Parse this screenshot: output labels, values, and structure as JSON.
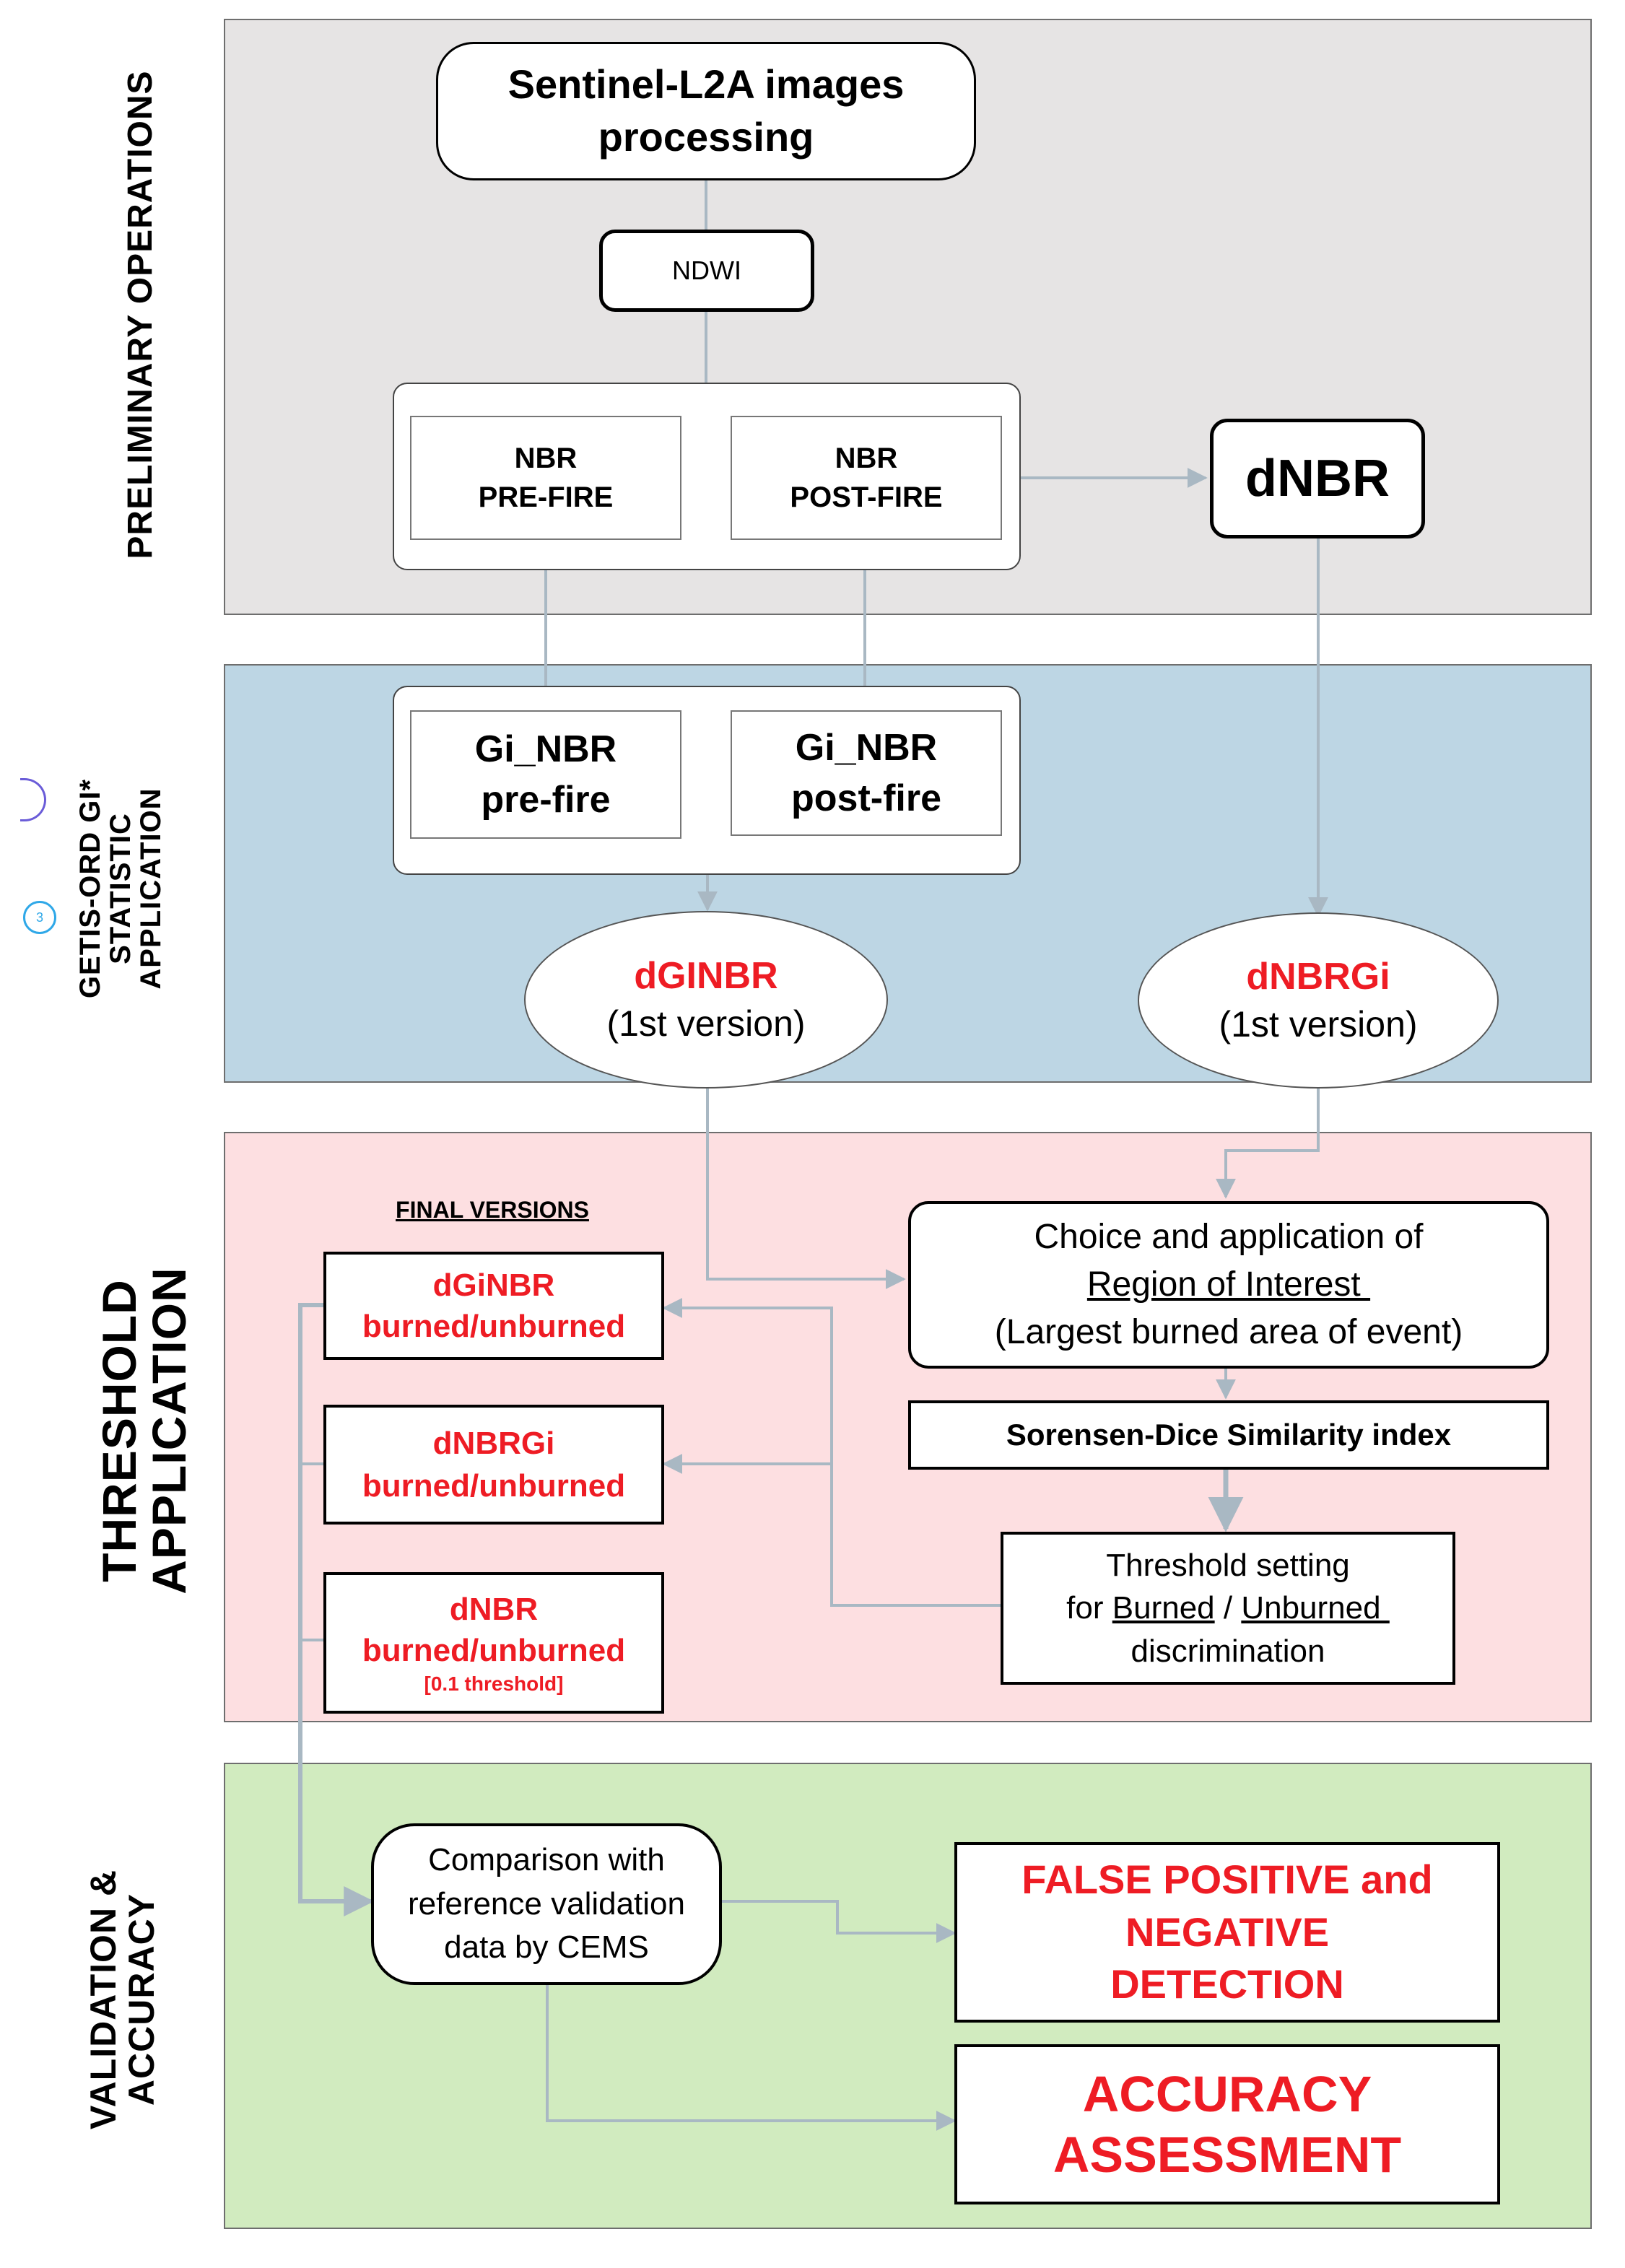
{
  "sections": {
    "preliminary": "PRELIMINARY OPERATIONS",
    "getis_line1": "GETIS-ORD GI*",
    "getis_line2": "STATISTIC",
    "getis_line3": "APPLICATION",
    "threshold_line1": "THRESHOLD",
    "threshold_line2": "APPLICATION",
    "validation_line1": "VALIDATION &",
    "validation_line2": "ACCURACY"
  },
  "nodes": {
    "sentinel_line1": "Sentinel-L2A images",
    "sentinel_line2": "processing",
    "ndwi": "NDWI",
    "nbr_pre_line1": "NBR",
    "nbr_pre_line2": "PRE-FIRE",
    "nbr_post_line1": "NBR",
    "nbr_post_line2": "POST-FIRE",
    "dnbr": "dNBR",
    "gi_pre_line1": "Gi_NBR",
    "gi_pre_line2": "pre-fire",
    "gi_post_line1": "Gi_NBR",
    "gi_post_line2": "post-fire",
    "dginbr_title": "dGINBR",
    "dginbr_sub": "(1st version)",
    "dnbrgi_title": "dNBRGi",
    "dnbrgi_sub": "(1st version)",
    "final_versions": "FINAL VERSIONS",
    "final_dginbr_line1": "dGiNBR",
    "final_dginbr_line2": "burned/unburned",
    "final_dnbrgi_line1": "dNBRGi",
    "final_dnbrgi_line2": "burned/unburned",
    "final_dnbr_line1": "dNBR",
    "final_dnbr_line2": "burned/unburned",
    "final_dnbr_line3": "[0.1 threshold]",
    "roi_line1": "Choice and application of",
    "roi_line2": "Region of Interest ",
    "roi_line3": "(Largest burned area of event)",
    "sorensen": "Sorensen-Dice Similarity index",
    "threshold_line1": "Threshold setting",
    "threshold_for": "for ",
    "threshold_burned": "Burned",
    "threshold_slash": " / ",
    "threshold_unburned": "Unburned ",
    "threshold_line3": "discrimination",
    "comparison_line1": "Comparison with",
    "comparison_line2": "reference validation",
    "comparison_line3": "data by CEMS",
    "false_line1": "FALSE POSITIVE and",
    "false_line2": "NEGATIVE",
    "false_line3": "DETECTION",
    "accuracy_line1": "ACCURACY",
    "accuracy_line2": "ASSESSMENT",
    "marker_number": "3"
  },
  "colors": {
    "preliminary_bg": "#e6e4e4",
    "getis_bg": "#bdd6e4",
    "threshold_bg": "#fddfe1",
    "validation_bg": "#d1ebbf",
    "connector": "#a9b8c3",
    "accent_red": "#ee1c24",
    "marker_blue": "#2fa8e8"
  }
}
